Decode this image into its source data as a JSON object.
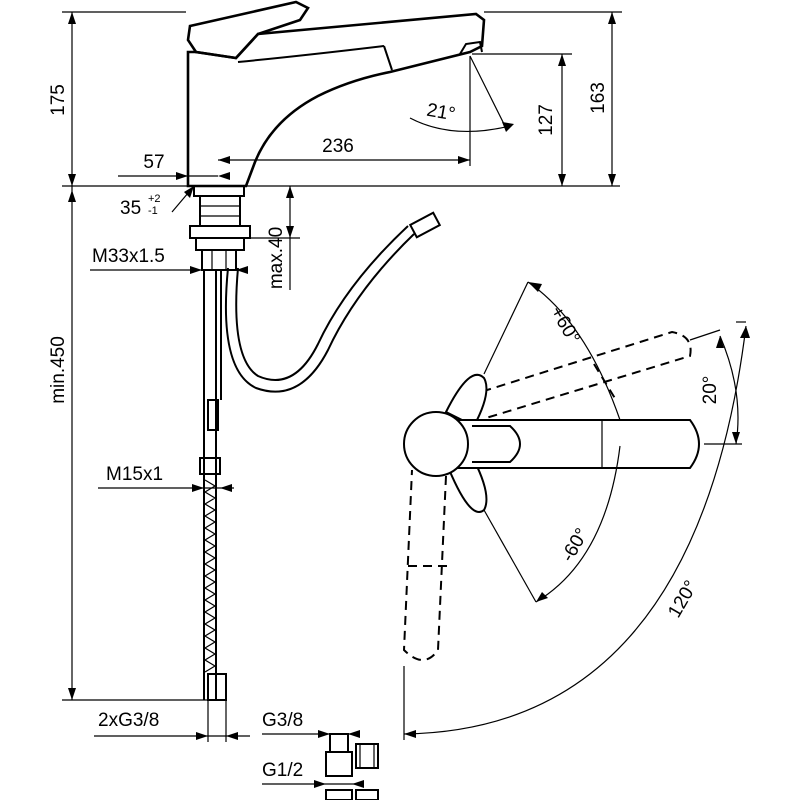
{
  "dimensions": {
    "height_total": "175",
    "height_spout": "163",
    "height_outlet": "127",
    "spout_reach": "236",
    "base_width": "57",
    "hole_diameter": "35",
    "tol_plus": "+2",
    "tol_minus": "-1",
    "max_thickness": "max.40",
    "thread_body": "M33x1.5",
    "min_hose": "min.450",
    "thread_hose": "M15x1",
    "connection_pair": "2xG3/8",
    "connection_g38": "G3/8",
    "connection_g12": "G1/2"
  },
  "angles": {
    "outlet_tilt": "21°",
    "lever_up": "+60°",
    "lever_down": "-60°",
    "lever_tilt": "20°",
    "spout_swivel": "120°"
  }
}
